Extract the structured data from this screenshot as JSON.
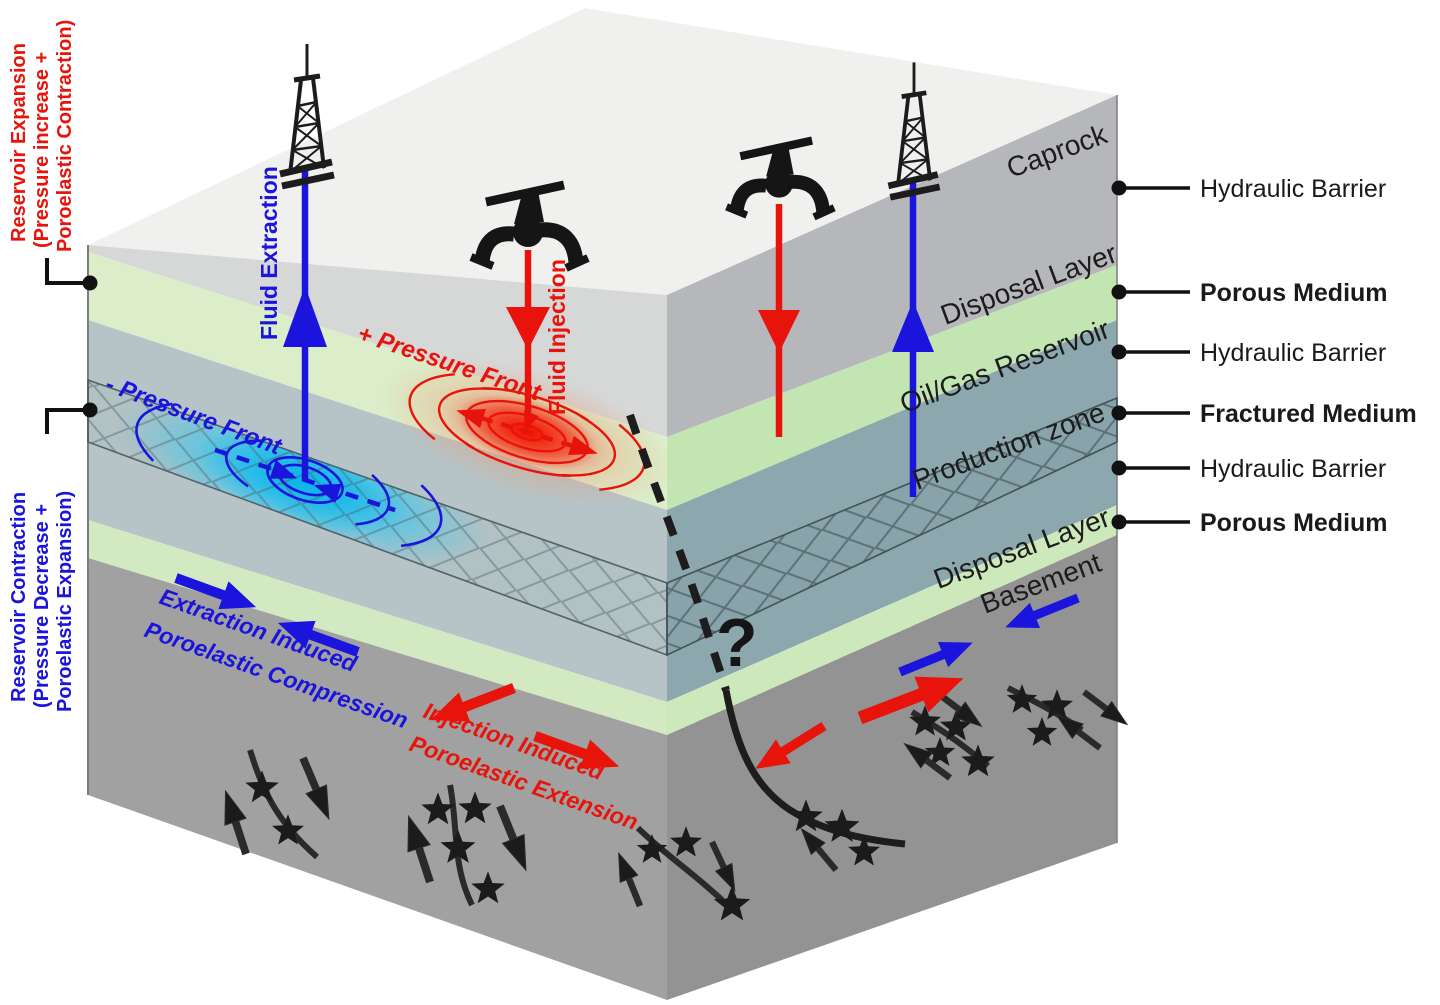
{
  "block": {
    "layers_right_face": [
      "Caprock",
      "Disposal Layer",
      "Oil/Gas Reservoir",
      "Production zone",
      "Disposal Layer",
      "Basement"
    ]
  },
  "right_legend": [
    {
      "text": "Hydraulic Barrier",
      "emphasis": "normal"
    },
    {
      "text": "Porous Medium",
      "emphasis": "bold"
    },
    {
      "text": "Hydraulic Barrier",
      "emphasis": "normal"
    },
    {
      "text": "Fractured Medium",
      "emphasis": "bold"
    },
    {
      "text": "Hydraulic Barrier",
      "emphasis": "normal"
    },
    {
      "text": "Porous Medium",
      "emphasis": "bold"
    }
  ],
  "left_legend": {
    "expansion_lines": [
      "Reservoir Expansion",
      "(Pressure increase +",
      "Poroelastic Contraction)"
    ],
    "contraction_lines": [
      "Reservoir Contraction",
      "(Pressure Decrease +",
      "Poroelastic Expansion)"
    ]
  },
  "wells": {
    "extraction_label": "Fluid Extraction",
    "injection_label": "Fluid Injection"
  },
  "pressure_fronts": {
    "positive": "+ Pressure Front",
    "negative": "- Pressure Front"
  },
  "basement_annotations": {
    "compression_lines": [
      "Extraction Induced",
      "Poroelastic Compression"
    ],
    "extension_lines": [
      "Injection Induced",
      "Poroelastic Extension"
    ]
  },
  "fault": {
    "question_mark": "?"
  },
  "colors": {
    "red": "#e8140b",
    "blue": "#1a14dd",
    "cyan_glow": "#19bdec",
    "top_face": "#f0f1ee",
    "caprock_front": "#b6b7bb",
    "caprock_side": "#d6d7d7",
    "disposal_front": "#c3e5b2",
    "disposal_side": "#dcedca",
    "reservoir_front": "#8da7ae",
    "reservoir_side": "#b6c4c7",
    "basement_front": "#939394",
    "basement_side": "#a1a1a1",
    "label_black": "#1a1a1a"
  }
}
